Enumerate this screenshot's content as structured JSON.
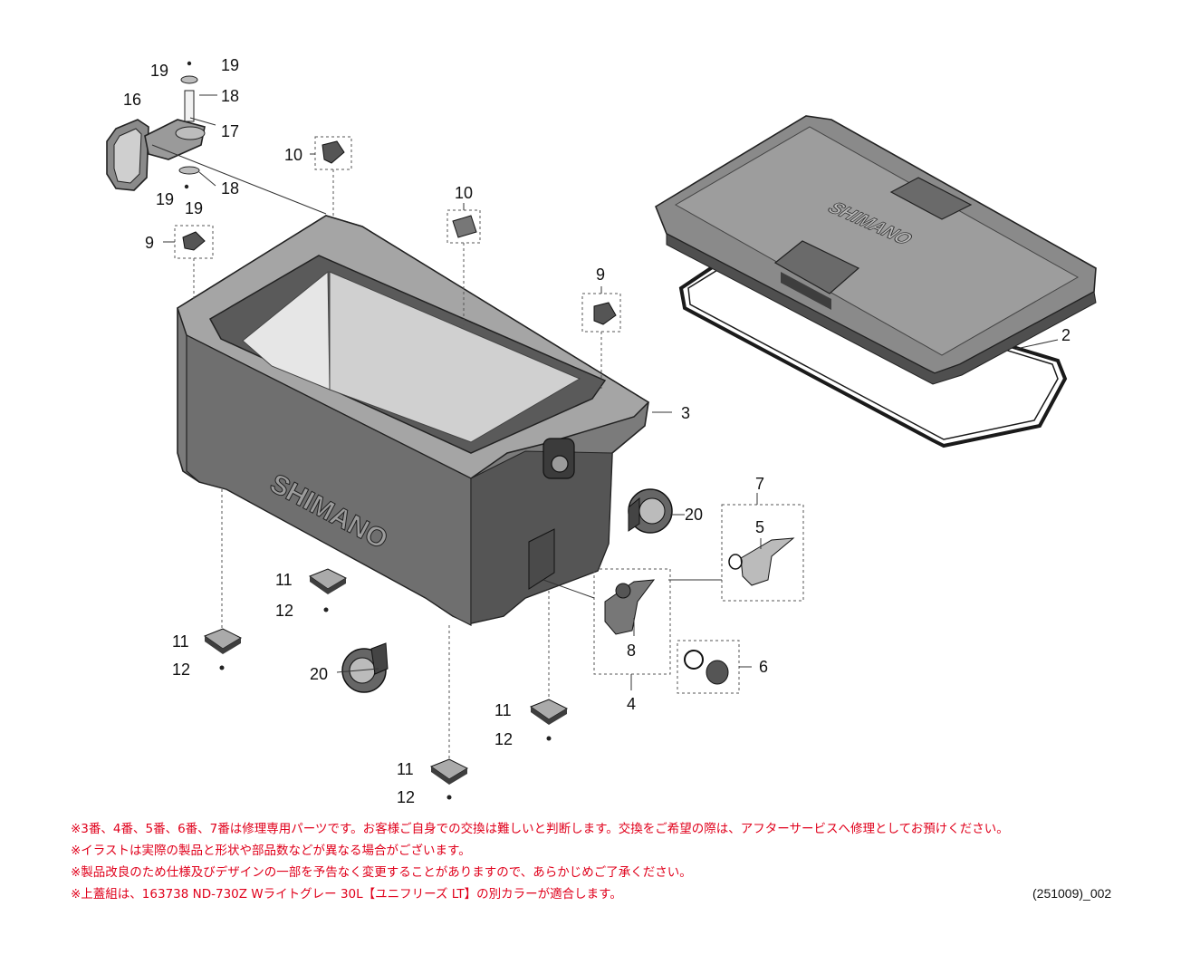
{
  "diagram": {
    "labels": {
      "l2": "2",
      "l3": "3",
      "l4": "4",
      "l5": "5",
      "l6": "6",
      "l7": "7",
      "l8": "8",
      "l9a": "9",
      "l9b": "9",
      "l10a": "10",
      "l10b": "10",
      "l11a": "11",
      "l11b": "11",
      "l11c": "11",
      "l11d": "11",
      "l12a": "12",
      "l12b": "12",
      "l12c": "12",
      "l12d": "12",
      "l16": "16",
      "l17": "17",
      "l18a": "18",
      "l18b": "18",
      "l19a": "19",
      "l19b": "19",
      "l19c": "19",
      "l19d": "19",
      "l20a": "20",
      "l20b": "20"
    },
    "brand_logo_text": "SHIMANO",
    "colors": {
      "body": "#7b7b7b",
      "body_dark": "#4a4a4a",
      "body_light": "#a5a5a5",
      "lid": "#8a8a8a",
      "gasket": "#1a1a1a",
      "note_red": "#e0001b"
    }
  },
  "notes": [
    "※3番、4番、5番、6番、7番は修理専用パーツです。お客様ご自身での交換は難しいと判断します。交換をご希望の際は、アフターサービスへ修理としてお預けください。",
    "※イラストは実際の製品と形状や部品数などが異なる場合がございます。",
    "※製品改良のため仕様及びデザインの一部を予告なく変更することがありますので、あらかじめご了承ください。",
    "※上蓋組は、163738 ND-730Z Wライトグレー 30L【ユニフリーズ LT】の別カラーが適合します。"
  ],
  "doc_code": "(251009)_002"
}
